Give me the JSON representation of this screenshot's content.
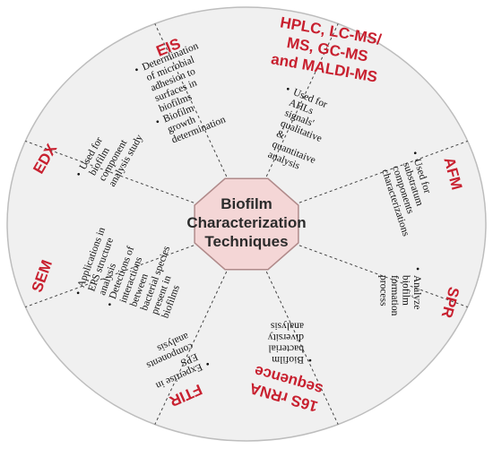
{
  "center": {
    "lines": [
      "Biofilm",
      "Characterization",
      "Techniques"
    ],
    "fill": "#f4d6d6",
    "stroke": "#b08a8a"
  },
  "colors": {
    "outer_fill": "#f0f0f0",
    "title": "#c8202f",
    "divider": "#444444"
  },
  "sectors": [
    {
      "key": "eis",
      "title": [
        "EIS"
      ],
      "bullets": [
        [
          "Determination",
          "of microbial",
          "adhesion to",
          "surfaces in",
          "biofilms"
        ],
        [
          "Biofilm",
          "growth",
          "determination"
        ]
      ]
    },
    {
      "key": "hplc",
      "title": [
        "HPLC, LC-MS/",
        "MS, GC-MS",
        "and MALDI-MS"
      ],
      "bullets": [
        [
          "Used for",
          "AHLs",
          "signals'",
          "qualitative",
          "&",
          "quantitaive",
          "analysis"
        ]
      ]
    },
    {
      "key": "afm",
      "title": [
        "AFM"
      ],
      "bullets": [
        [
          "Used for",
          "substratum",
          "components",
          "characterizations"
        ]
      ]
    },
    {
      "key": "spr",
      "title": [
        "SPR"
      ],
      "bullets": [
        [
          "Analyze",
          "biofilm",
          "formation",
          "process"
        ]
      ]
    },
    {
      "key": "rrna",
      "title": [
        "16S rRNA",
        "sequence"
      ],
      "bullets": [
        [
          "Biofilm",
          "bacterial",
          "diversity",
          "analysis"
        ]
      ]
    },
    {
      "key": "ftir",
      "title": [
        "FTIR"
      ],
      "bullets": [
        [
          "Expertise in",
          "EPS",
          "components",
          "analysis"
        ]
      ]
    },
    {
      "key": "sem",
      "title": [
        "SEM"
      ],
      "bullets": [
        [
          "Applications in",
          "EPS structure",
          "analysis"
        ],
        [
          "Detections of",
          "interactions",
          "between",
          "bacterial species",
          "present in",
          "biofilms"
        ]
      ]
    },
    {
      "key": "edx",
      "title": [
        "EDX"
      ],
      "bullets": [
        [
          "Used for",
          "biofilm",
          "component",
          "analysis study"
        ]
      ]
    }
  ]
}
